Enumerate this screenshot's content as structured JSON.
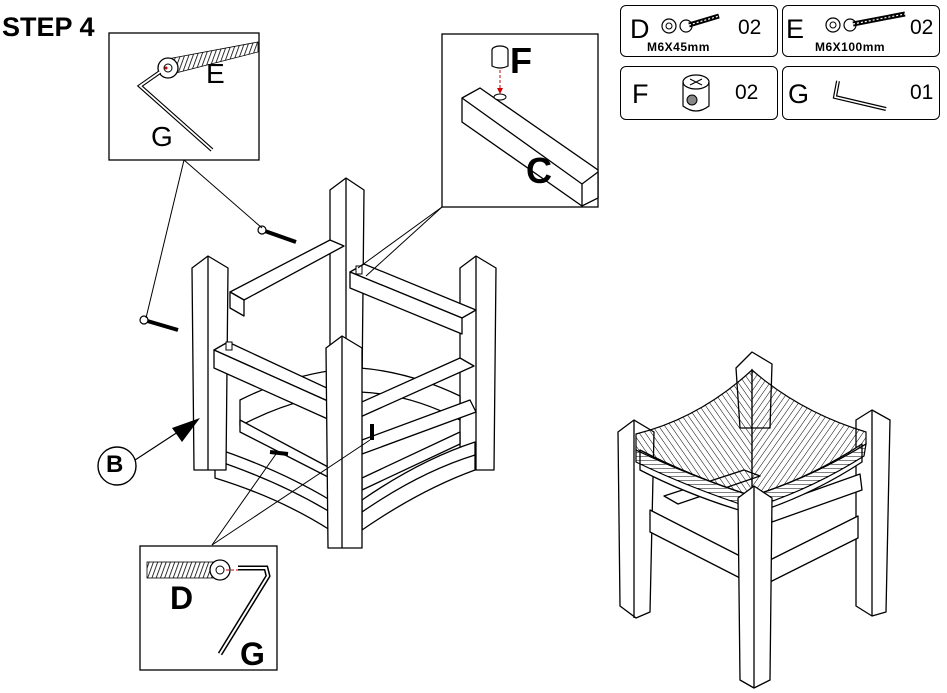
{
  "step": {
    "title": "STEP 4"
  },
  "parts": [
    {
      "letter": "D",
      "qty": "02",
      "size": "M6X45mm"
    },
    {
      "letter": "E",
      "qty": "02",
      "size": "M6X100mm"
    },
    {
      "letter": "F",
      "qty": "02"
    },
    {
      "letter": "G",
      "qty": "01"
    }
  ],
  "callouts": {
    "top_left": {
      "bolt": "E",
      "key": "G"
    },
    "top_right": {
      "nut": "F",
      "rail": "C"
    },
    "bottom": {
      "bolt": "D",
      "key": "G"
    },
    "side": "B"
  }
}
